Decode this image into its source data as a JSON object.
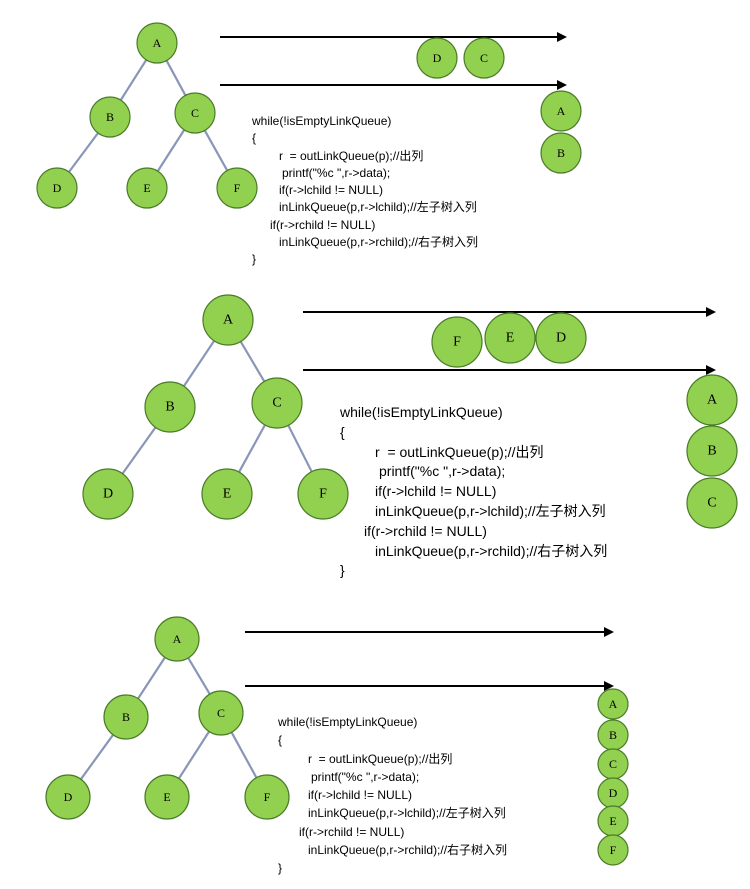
{
  "node_fill": "#92d050",
  "edge_color": "#8a96b8",
  "code": {
    "line1": "while(!isEmptyLinkQueue)",
    "line2": "{",
    "line3": "r  = outLinkQueue(p);//出列",
    "line4": "printf(\"%c \",r->data);",
    "line5": "if(r->lchild != NULL)",
    "line6": "inLinkQueue(p,r->lchild);//左子树入列",
    "line7": "if(r->rchild != NULL)",
    "line8": "inLinkQueue(p,r->rchild);//右子树入列",
    "line9": "}"
  },
  "panels": [
    {
      "tree": [
        "A",
        "B",
        "C",
        "D",
        "E",
        "F"
      ],
      "queue_top": [
        "D",
        "C"
      ],
      "output": [
        "A",
        "B"
      ]
    },
    {
      "tree": [
        "A",
        "B",
        "C",
        "D",
        "E",
        "F"
      ],
      "queue_top": [
        "F",
        "E",
        "D"
      ],
      "output": [
        "A",
        "B",
        "C"
      ]
    },
    {
      "tree": [
        "A",
        "B",
        "C",
        "D",
        "E",
        "F"
      ],
      "queue_top": [],
      "output": [
        "A",
        "B",
        "C",
        "D",
        "E",
        "F"
      ]
    }
  ]
}
